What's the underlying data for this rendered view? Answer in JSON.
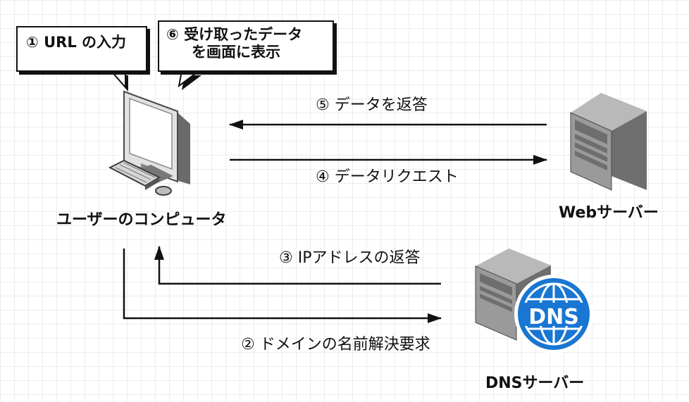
{
  "bubbles": {
    "url_input": "① URL の入力",
    "display_line1": "⑥ 受け取ったデータ",
    "display_line2": "を画面に表示"
  },
  "nodes": {
    "user_computer": "ユーザーのコンピュータ",
    "web_server": "Webサーバー",
    "dns_server": "DNSサーバー",
    "dns_badge": "DNS"
  },
  "arrows": {
    "data_response": "⑤ データを返答",
    "data_request": "④ データリクエスト",
    "ip_response": "③ IPアドレスの返答",
    "name_resolution_request": "② ドメインの名前解決要求"
  },
  "colors": {
    "dns_blue": "#1976d2",
    "server_gray": "#8a8a8a",
    "monitor_gray": "#d4d4d4",
    "line": "#111111"
  }
}
